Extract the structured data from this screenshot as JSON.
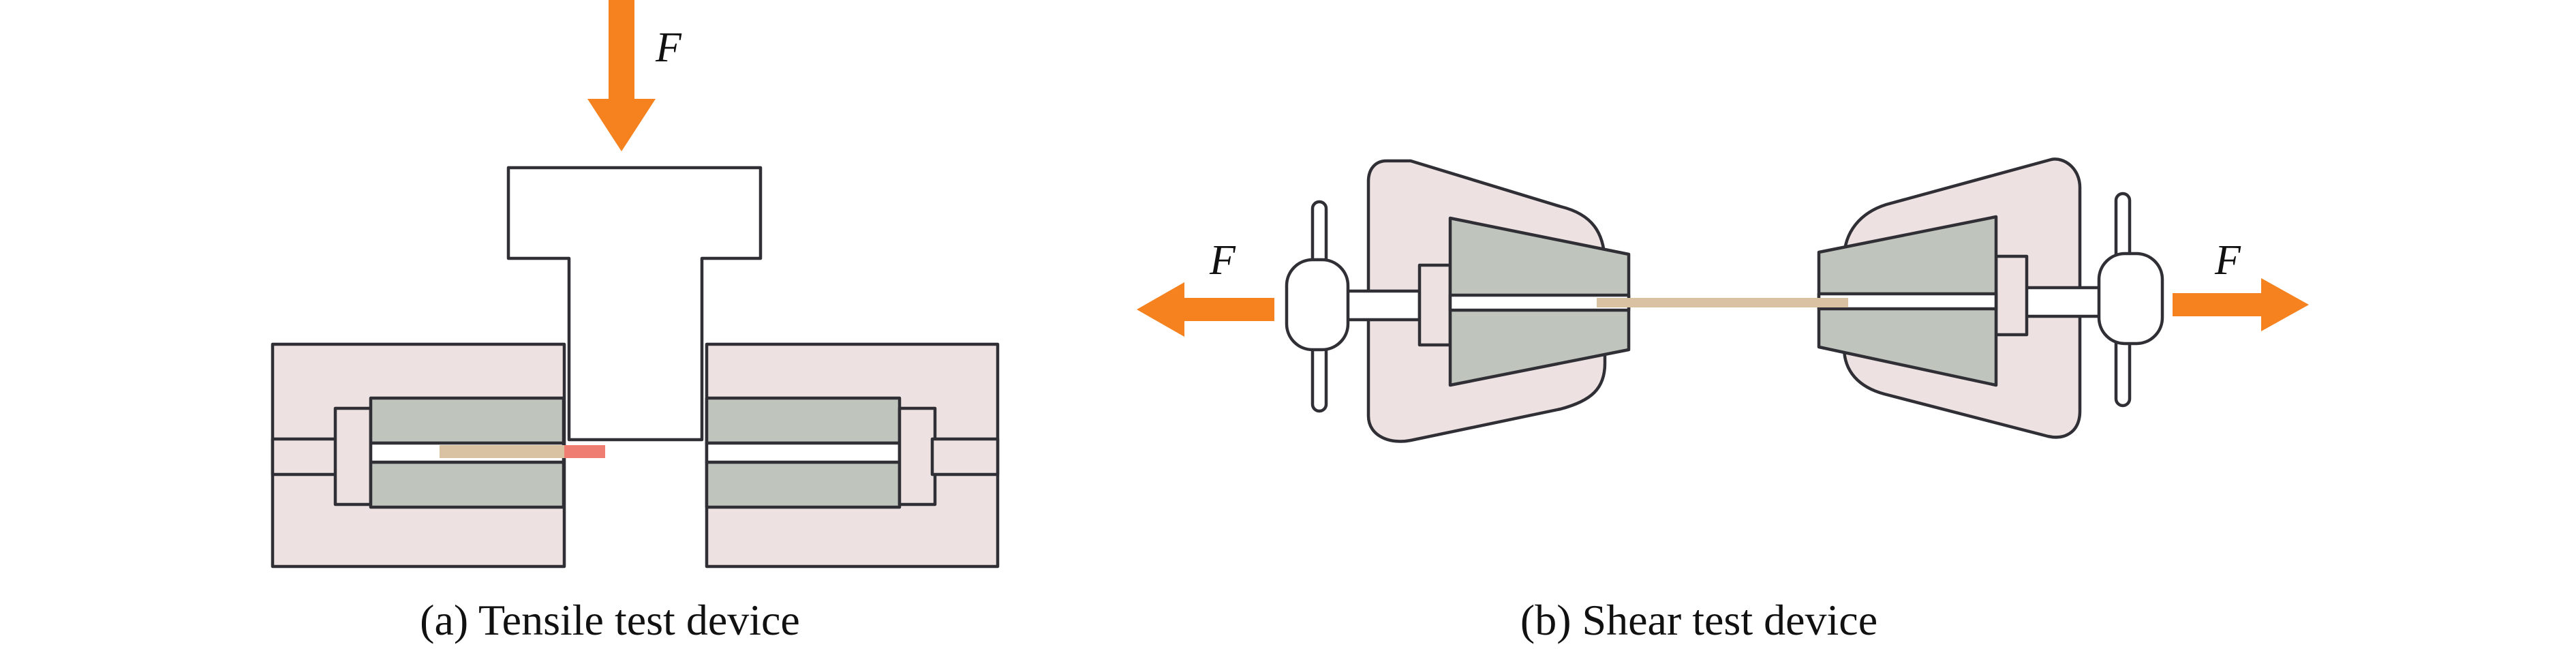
{
  "figure": {
    "panels": [
      {
        "id": "a",
        "caption": "(a) Tensile test device",
        "force_label": "F"
      },
      {
        "id": "b",
        "caption": "(b) Shear test device",
        "force_labels": [
          "F",
          "F"
        ]
      }
    ],
    "colors": {
      "arrow": "#f5821f",
      "housing": "#ede2e1",
      "jaw": "#bfc5bd",
      "specimen": "#d9c2a1",
      "specimen_highlight": "#ef7d72",
      "outline": "#2f2f35",
      "panel_fill": "#ffffff"
    }
  }
}
